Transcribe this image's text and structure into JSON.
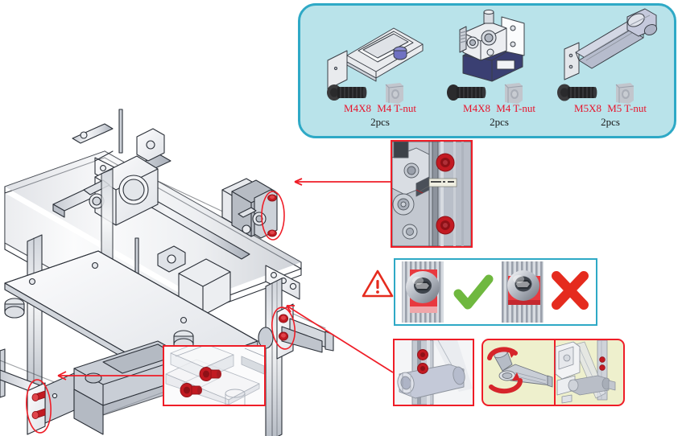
{
  "document": {
    "kind": "assembly-instruction-step",
    "product": "3D printer frame assembly"
  },
  "parts_box": {
    "accent_fill": "#b9e3ea",
    "accent_border": "#2ea9c6",
    "label_color": "#e8132b",
    "qty_color": "#1a1a1a",
    "groups": [
      {
        "part_name": "lcd-screen-bracket",
        "screw_label": "M4X8",
        "tnut_label": "M4 T-nut",
        "quantity": "2pcs"
      },
      {
        "part_name": "extruder-motor-assembly",
        "screw_label": "M4X8",
        "tnut_label": "M4 T-nut",
        "quantity": "2pcs"
      },
      {
        "part_name": "filament-spool-holder",
        "screw_label": "M5X8",
        "tnut_label": "M5 T-nut",
        "quantity": "2pcs"
      }
    ]
  },
  "callouts": {
    "extruder_detail": {
      "name": "extruder-mount-detail",
      "border_color": "#ef1d27",
      "micro_label": ""
    },
    "bed_detail": {
      "name": "lcd-bracket-underside-detail",
      "border_color": "#ef1d27"
    },
    "spool_detail": {
      "name": "spool-holder-mount-detail",
      "border_color": "#ef1d27"
    },
    "rotation_detail": {
      "name": "spool-holder-rotation-detail",
      "background": "#eef0cd",
      "border_color": "#ef1d27"
    }
  },
  "warning_panel": {
    "name": "screw-seating-warning",
    "border_color": "#2ea9c6",
    "warning_icon_color": "#e52b1e",
    "correct_mark_color": "#6fb83f",
    "incorrect_mark_color": "#e52b1e",
    "correct_state": "screw fully seated flush",
    "incorrect_state": "screw not fully seated"
  },
  "highlights": {
    "marker_color": "#ef1d27",
    "screw_highlight_color": "#c21a22",
    "items": [
      {
        "name": "extruder-screw-highlight"
      },
      {
        "name": "spool-holder-screw-highlight"
      },
      {
        "name": "lcd-bracket-screw-highlight"
      }
    ]
  },
  "printer": {
    "name": "cartesian-3d-printer-frame",
    "line_color": "#2b3038",
    "fill_light": "#f2f3f5",
    "fill_mid": "#d8dbe1",
    "fill_dark": "#9aa0ab"
  }
}
